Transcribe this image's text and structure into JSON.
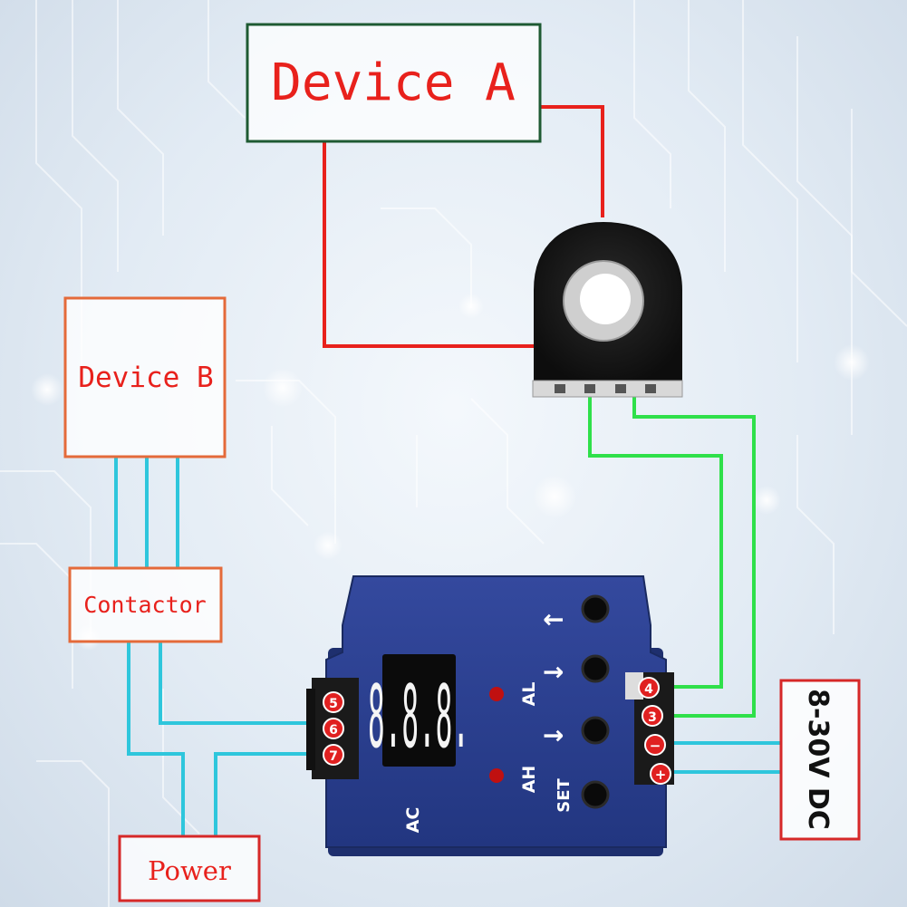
{
  "boxes": {
    "device_a": "Device A",
    "device_b": "Device B",
    "contactor": "Contactor",
    "power": "Power",
    "dc_supply": "8-30V DC"
  },
  "controller": {
    "display": "8.8.8.",
    "leds": [
      "AL",
      "AH"
    ],
    "buttons": [
      "↑",
      "↓",
      "↓",
      "SET"
    ],
    "left_label": "AC",
    "terminals_left": [
      "5",
      "6",
      "7"
    ],
    "terminals_right": [
      "4",
      "3",
      "−",
      "+"
    ]
  },
  "colors": {
    "device_a_border": "#1e5a32",
    "device_a_text": "#e8211c",
    "device_b_border": "#e46a3a",
    "contactor_border": "#e46a3a",
    "power_border": "#d62828",
    "dc_border": "#d62828",
    "wire_red": "#e8211c",
    "wire_green": "#2fe04a",
    "wire_cyan": "#2ec6dc",
    "module_blue": "#2a3f8f",
    "terminal_red": "#e02020"
  }
}
